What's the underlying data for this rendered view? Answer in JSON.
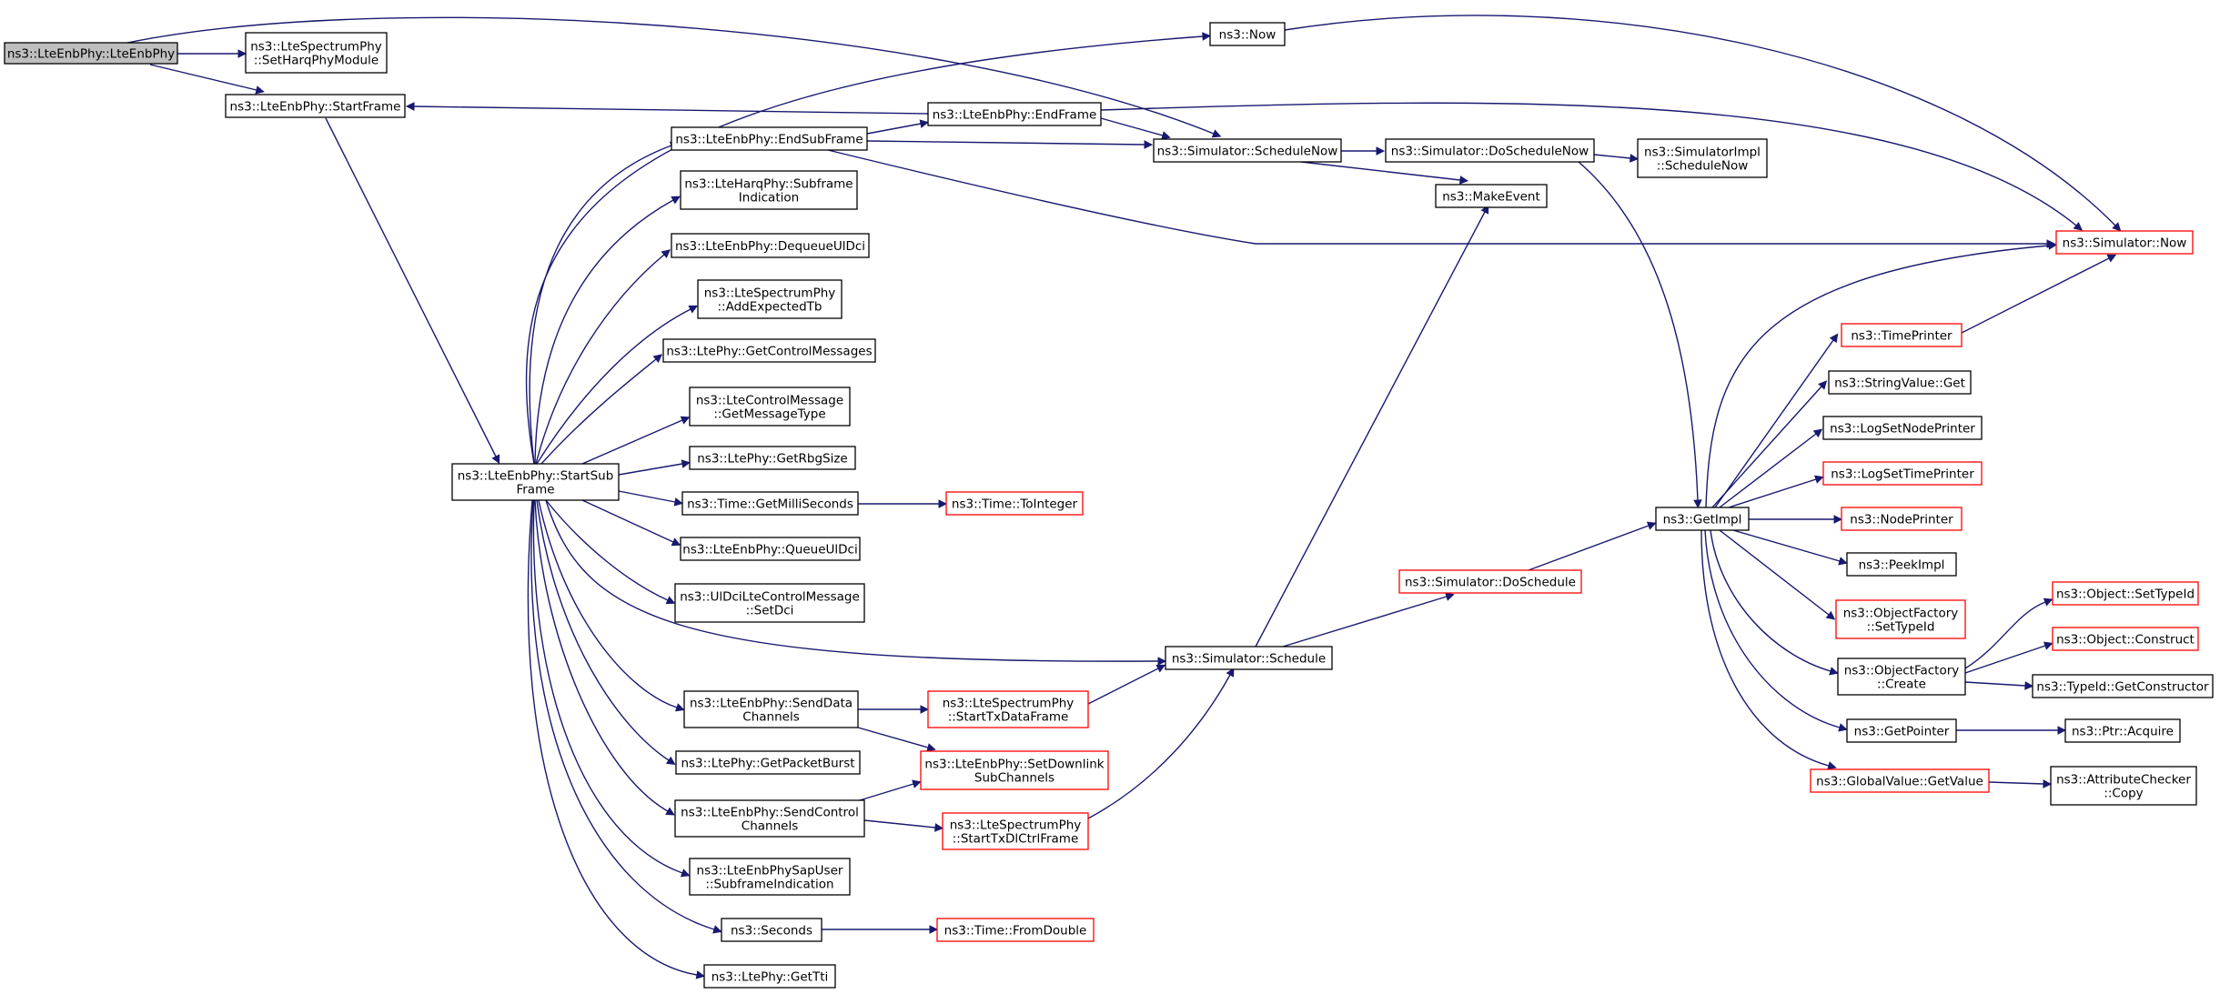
{
  "colors": {
    "edge": "#191970",
    "node_border": "#000000",
    "node_border_red": "#ff0000",
    "root_fill": "#bfbfbf"
  },
  "nodes": {
    "root": {
      "lines": [
        "ns3::LteEnbPhy::LteEnbPhy"
      ]
    },
    "setharq": {
      "lines": [
        "ns3::LteSpectrumPhy",
        "::SetHarqPhyModule"
      ]
    },
    "startframe": {
      "lines": [
        "ns3::LteEnbPhy::StartFrame"
      ]
    },
    "now": {
      "lines": [
        "ns3::Now"
      ]
    },
    "endframe": {
      "lines": [
        "ns3::LteEnbPhy::EndFrame"
      ]
    },
    "endsubframe": {
      "lines": [
        "ns3::LteEnbPhy::EndSubFrame"
      ]
    },
    "schednow": {
      "lines": [
        "ns3::Simulator::ScheduleNow"
      ]
    },
    "doschednow": {
      "lines": [
        "ns3::Simulator::DoScheduleNow"
      ]
    },
    "implschednow": {
      "lines": [
        "ns3::SimulatorImpl",
        "::ScheduleNow"
      ]
    },
    "makeevent": {
      "lines": [
        "ns3::MakeEvent"
      ]
    },
    "harqsub": {
      "lines": [
        "ns3::LteHarqPhy::Subframe",
        "Indication"
      ]
    },
    "simnow": {
      "lines": [
        "ns3::Simulator::Now"
      ]
    },
    "dequeue": {
      "lines": [
        "ns3::LteEnbPhy::DequeueUlDci"
      ]
    },
    "addexp": {
      "lines": [
        "ns3::LteSpectrumPhy",
        "::AddExpectedTb"
      ]
    },
    "timeprinter": {
      "lines": [
        "ns3::TimePrinter"
      ]
    },
    "getctrl": {
      "lines": [
        "ns3::LtePhy::GetControlMessages"
      ]
    },
    "strget": {
      "lines": [
        "ns3::StringValue::Get"
      ]
    },
    "msgtype": {
      "lines": [
        "ns3::LteControlMessage",
        "::GetMessageType"
      ]
    },
    "lognode": {
      "lines": [
        "ns3::LogSetNodePrinter"
      ]
    },
    "rbg": {
      "lines": [
        "ns3::LtePhy::GetRbgSize"
      ]
    },
    "logtime": {
      "lines": [
        "ns3::LogSetTimePrinter"
      ]
    },
    "startsub": {
      "lines": [
        "ns3::LteEnbPhy::StartSub",
        "Frame"
      ]
    },
    "millis": {
      "lines": [
        "ns3::Time::GetMilliSeconds"
      ]
    },
    "toint": {
      "lines": [
        "ns3::Time::ToInteger"
      ]
    },
    "getimpl": {
      "lines": [
        "ns3::GetImpl"
      ]
    },
    "nodeprinter": {
      "lines": [
        "ns3::NodePrinter"
      ]
    },
    "queue": {
      "lines": [
        "ns3::LteEnbPhy::QueueUlDci"
      ]
    },
    "peekimpl": {
      "lines": [
        "ns3::PeekImpl"
      ]
    },
    "dosched": {
      "lines": [
        "ns3::Simulator::DoSchedule"
      ]
    },
    "setdci": {
      "lines": [
        "ns3::UlDciLteControlMessage",
        "::SetDci"
      ]
    },
    "settypeid": {
      "lines": [
        "ns3::ObjectFactory",
        "::SetTypeId"
      ]
    },
    "objsettypeid": {
      "lines": [
        "ns3::Object::SetTypeId"
      ]
    },
    "construct": {
      "lines": [
        "ns3::Object::Construct"
      ]
    },
    "sched": {
      "lines": [
        "ns3::Simulator::Schedule"
      ]
    },
    "ofcreate": {
      "lines": [
        "ns3::ObjectFactory",
        "::Create"
      ]
    },
    "getctor": {
      "lines": [
        "ns3::TypeId::GetConstructor"
      ]
    },
    "senddata": {
      "lines": [
        "ns3::LteEnbPhy::SendData",
        "Channels"
      ]
    },
    "txdata": {
      "lines": [
        "ns3::LteSpectrumPhy",
        "::StartTxDataFrame"
      ]
    },
    "getptr": {
      "lines": [
        "ns3::GetPointer"
      ]
    },
    "acquire": {
      "lines": [
        "ns3::Ptr::Acquire"
      ]
    },
    "pktburst": {
      "lines": [
        "ns3::LtePhy::GetPacketBurst"
      ]
    },
    "setdl": {
      "lines": [
        "ns3::LteEnbPhy::SetDownlink",
        "SubChannels"
      ]
    },
    "globalget": {
      "lines": [
        "ns3::GlobalValue::GetValue"
      ]
    },
    "attrcopy": {
      "lines": [
        "ns3::AttributeChecker",
        "::Copy"
      ]
    },
    "sendctrl": {
      "lines": [
        "ns3::LteEnbPhy::SendControl",
        "Channels"
      ]
    },
    "txdlctrl": {
      "lines": [
        "ns3::LteSpectrumPhy",
        "::StartTxDlCtrlFrame"
      ]
    },
    "sapuser": {
      "lines": [
        "ns3::LteEnbPhySapUser",
        "::SubframeIndication"
      ]
    },
    "seconds": {
      "lines": [
        "ns3::Seconds"
      ]
    },
    "fromdouble": {
      "lines": [
        "ns3::Time::FromDouble"
      ]
    },
    "gettti": {
      "lines": [
        "ns3::LtePhy::GetTti"
      ]
    }
  }
}
